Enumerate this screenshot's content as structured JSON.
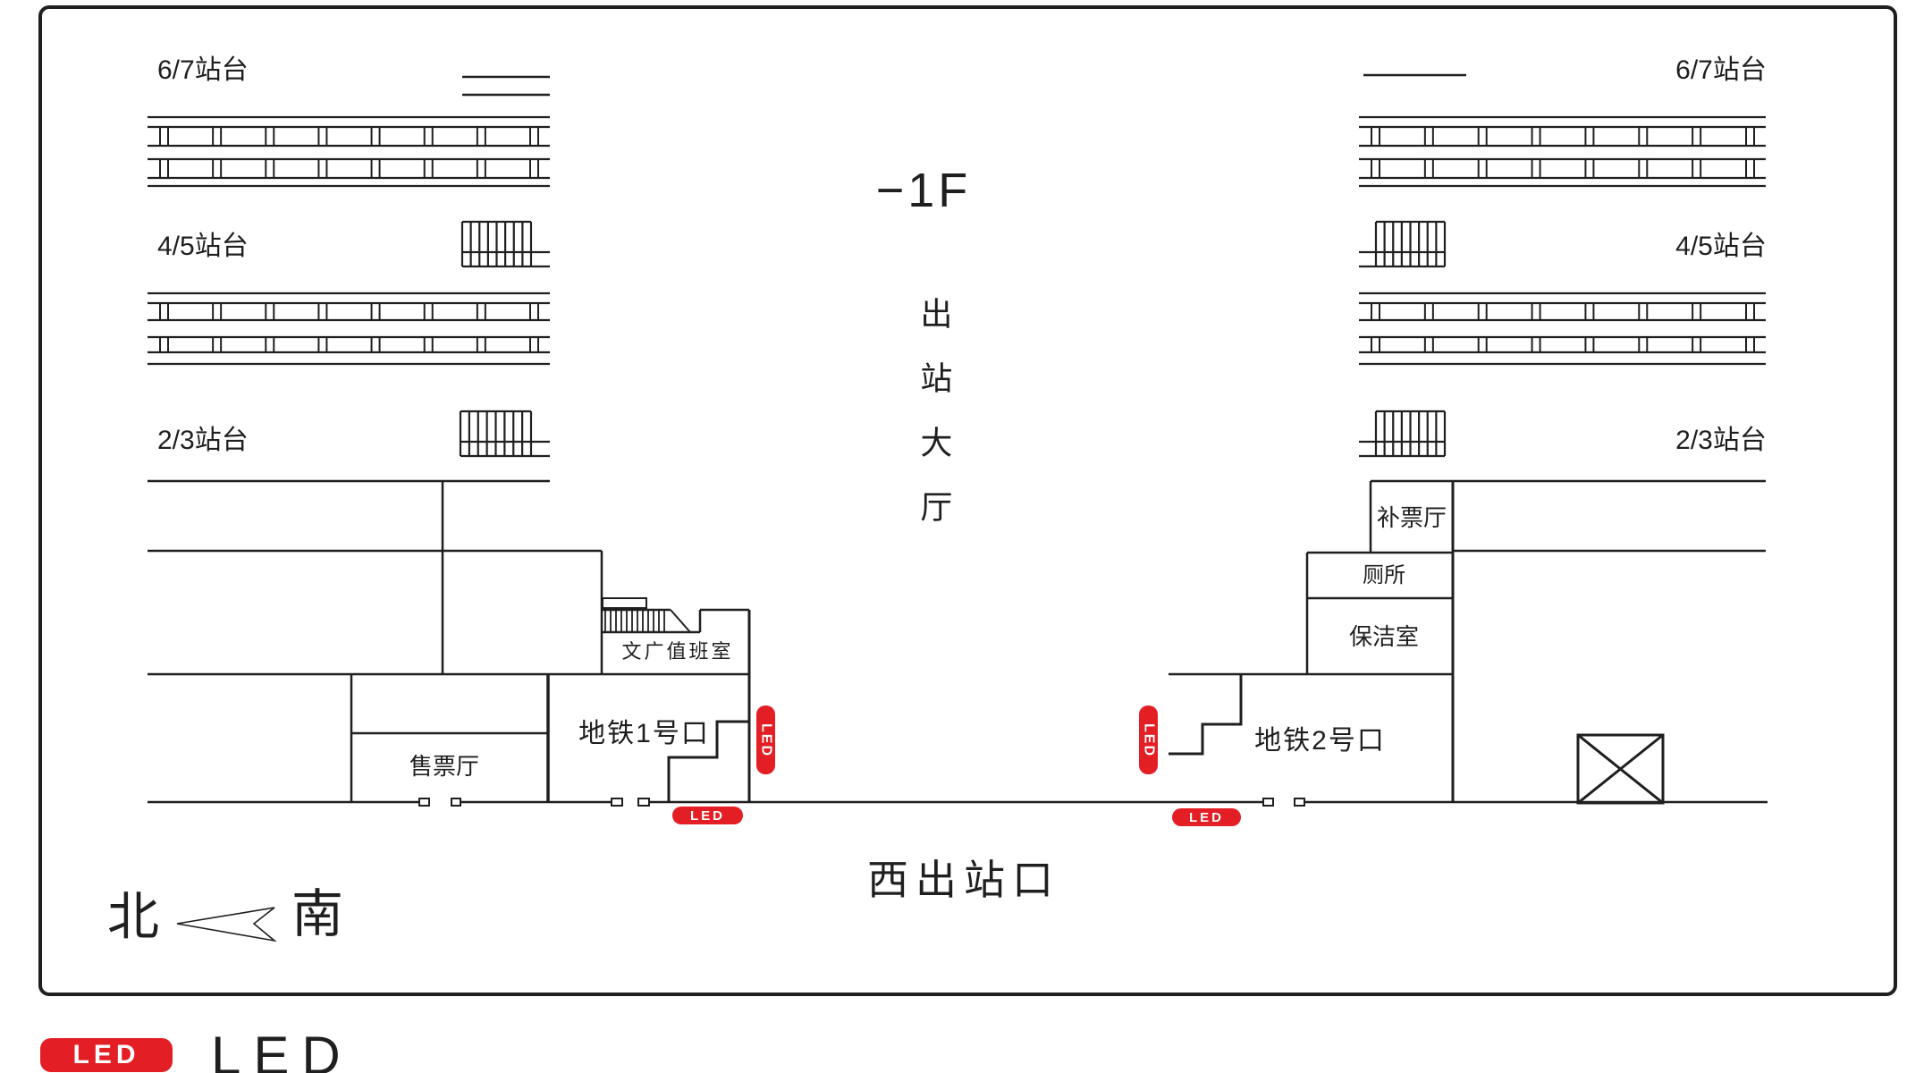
{
  "colors": {
    "line": "#1f1f1f",
    "red": "#e31e24",
    "text": "#1f1f1f",
    "white": "#ffffff"
  },
  "header": {
    "floor_level": "−1F",
    "hall_name": "出站大厅"
  },
  "platforms": {
    "left_67": "6/7站台",
    "left_45": "4/5站台",
    "left_23": "2/3站台",
    "right_67": "6/7站台",
    "right_45": "4/5站台",
    "right_23": "2/3站台"
  },
  "rooms": {
    "duty_room": "文广值班室",
    "ticket_hall": "售票厅",
    "metro_exit_1": "地铁1号口",
    "metro_exit_2": "地铁2号口",
    "fare_adjustment_hall": "补票厅",
    "toilet": "厕所",
    "cleaning_room": "保洁室"
  },
  "exit": {
    "west_exit": "西出站口"
  },
  "compass": {
    "north": "北",
    "south": "南"
  },
  "led": {
    "badge_text": "LED",
    "legend_badge_text": "LED",
    "legend_label": "LED"
  }
}
